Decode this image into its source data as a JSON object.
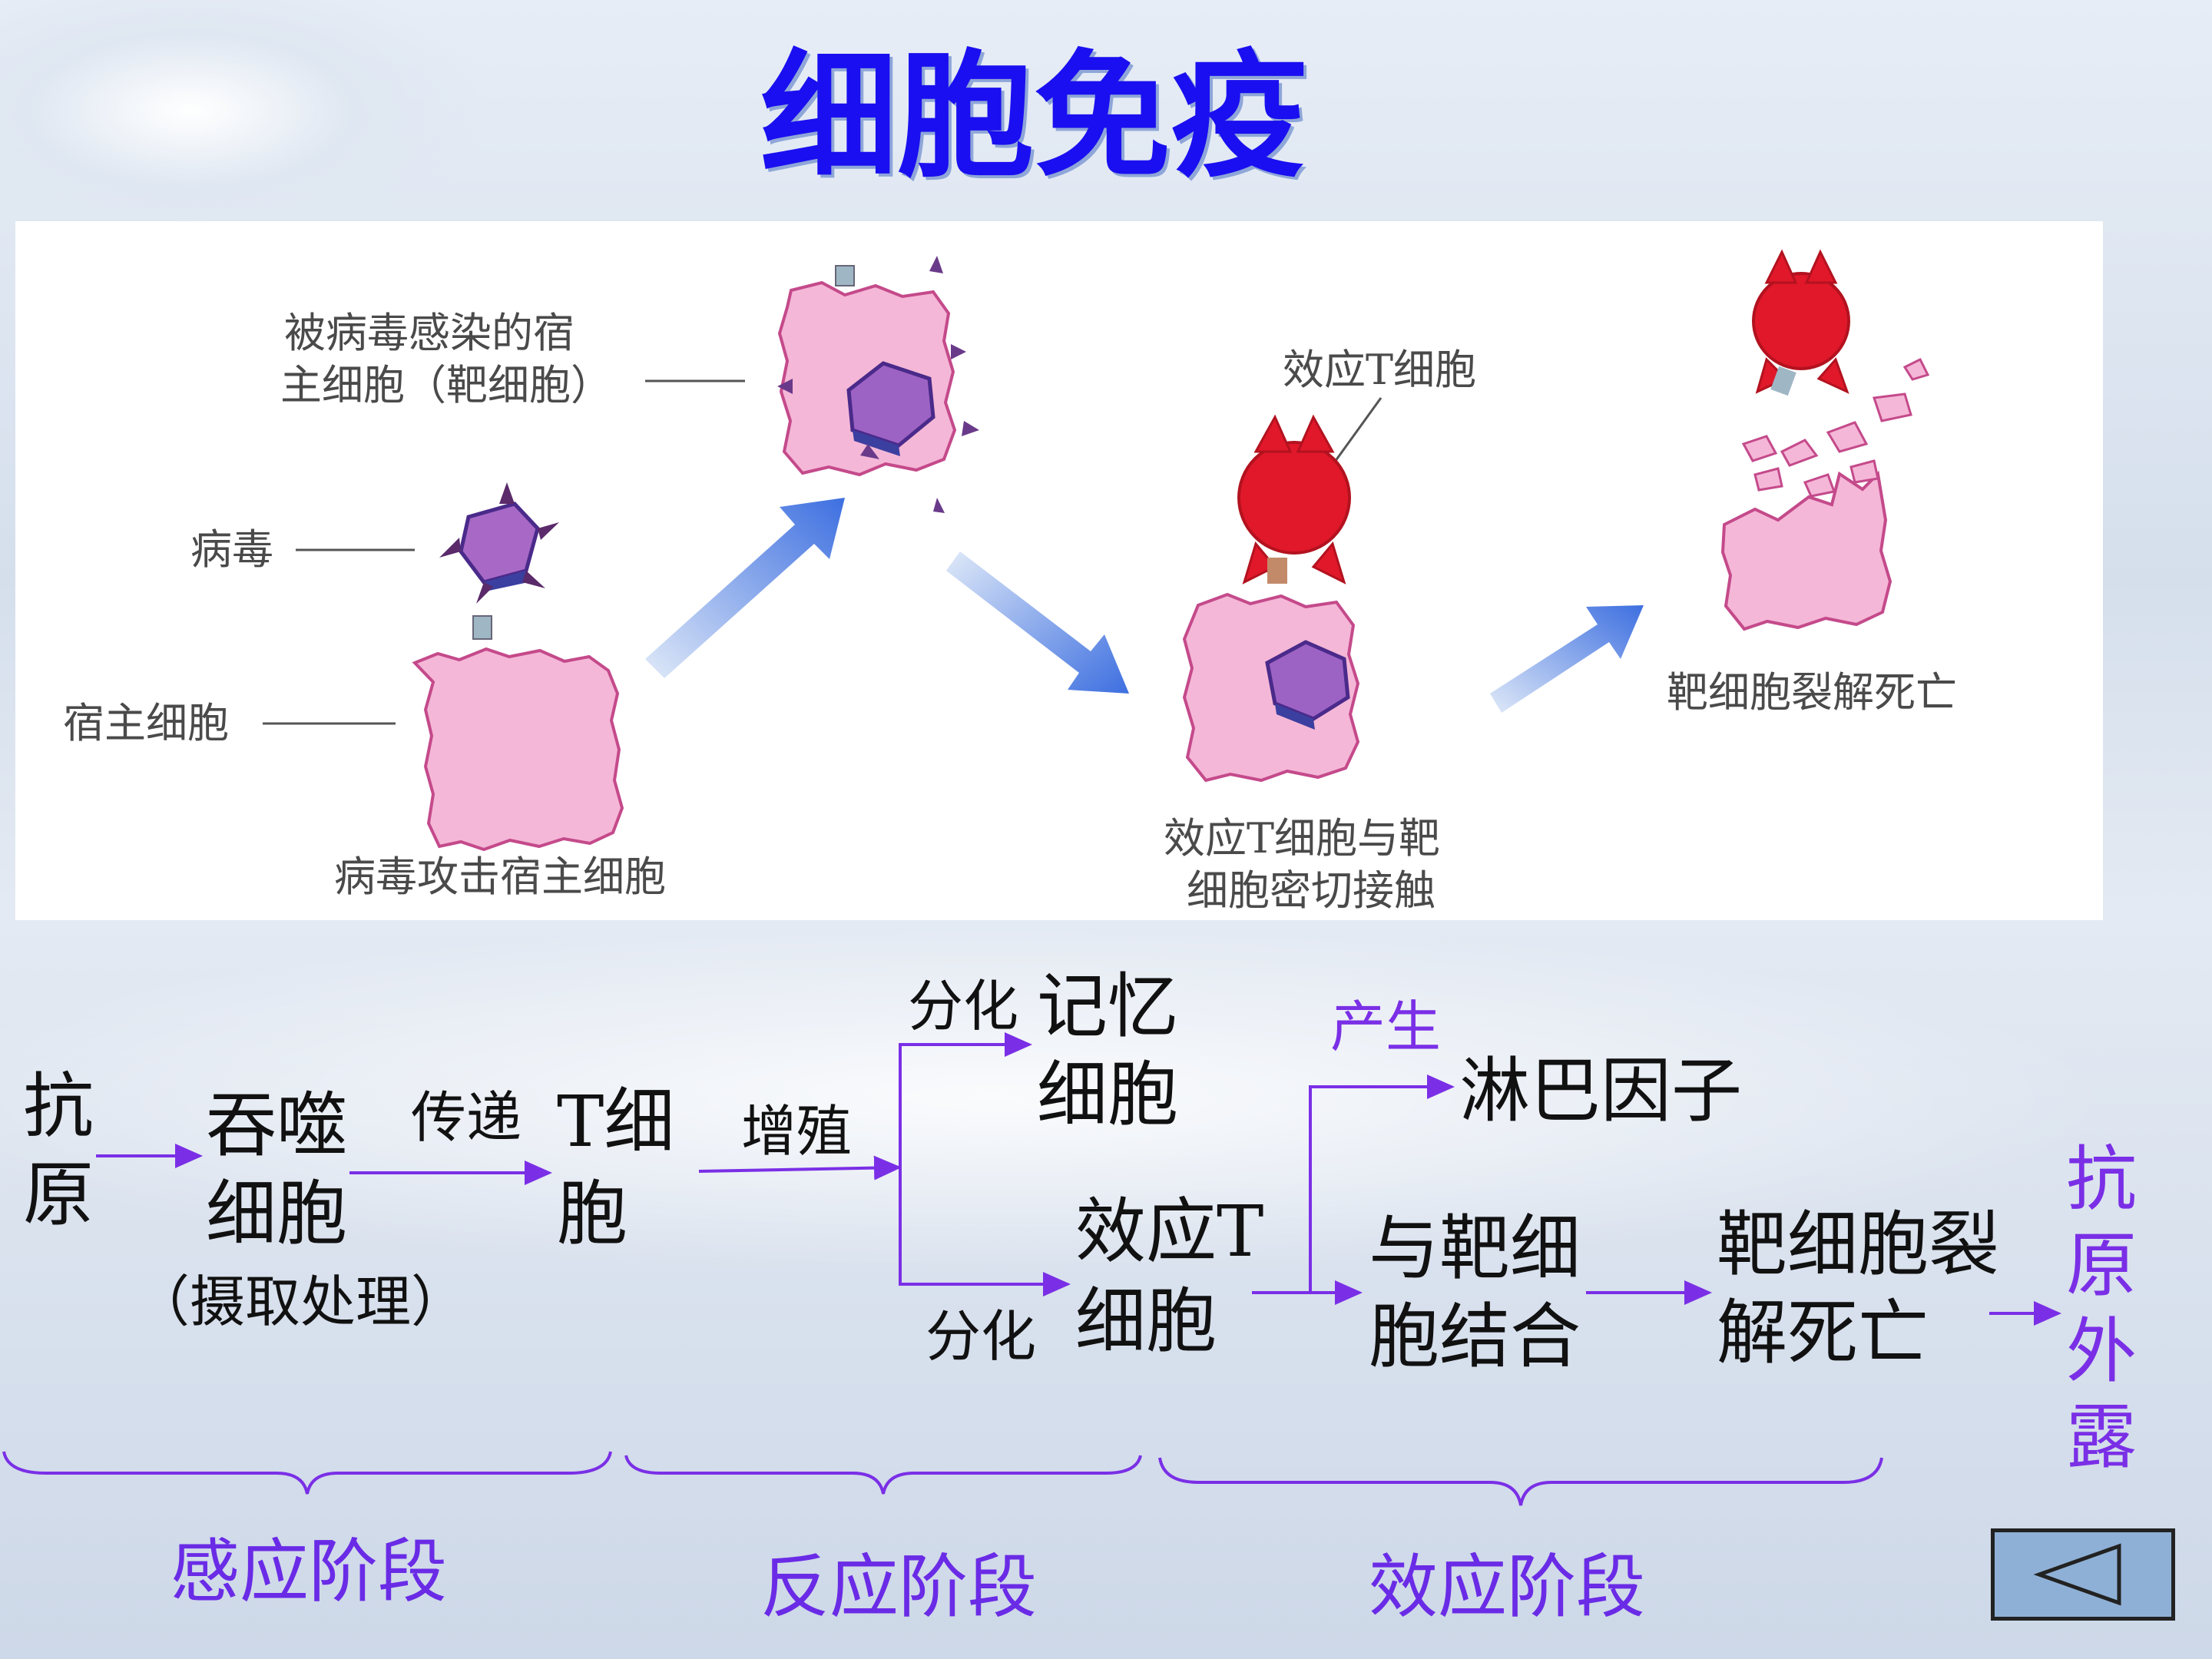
{
  "title": "细胞免疫",
  "diagram": {
    "infected_label_line1": "被病毒感染的宿",
    "infected_label_line2": "主细胞（靶细胞）",
    "effector_label": "效应T细胞",
    "virus_label": "病毒",
    "host_label": "宿主细胞",
    "lysis_label": "靶细胞裂解死亡",
    "attack_caption": "病毒攻击宿主细胞",
    "contact_caption_line1": "效应T细胞与靶",
    "contact_caption_line2": "细胞密切接触"
  },
  "flow": {
    "antigen_line1": "抗",
    "antigen_line2": "原",
    "phagocyte_line1": "吞噬",
    "phagocyte_line2": "细胞",
    "phagocyte_note": "（摄取处理）",
    "transfer": "传递",
    "tcell_line1": "T细",
    "tcell_line2": "胞",
    "proliferate": "增殖",
    "differentiate_top": "分化",
    "memory_line1": "记忆",
    "memory_line2": "细胞",
    "differentiate_bottom": "分化",
    "effector_line1": "效应T",
    "effector_line2": "细胞",
    "produce": "产生",
    "lymphokine": "淋巴因子",
    "bind_line1": "与靶细",
    "bind_line2": "胞结合",
    "lysis_line1": "靶细胞裂",
    "lysis_line2": "解死亡",
    "exposed": [
      "抗",
      "原",
      "外",
      "露"
    ]
  },
  "stages": {
    "induction": "感应阶段",
    "reaction": "反应阶段",
    "effect": "效应阶段"
  },
  "colors": {
    "title": "#1a0ff0",
    "arrow": "#7a2fe6",
    "cell_pink": "#f4b3d6",
    "effector_red": "#e0182a"
  },
  "nav": {
    "icon": "back-triangle-icon"
  }
}
